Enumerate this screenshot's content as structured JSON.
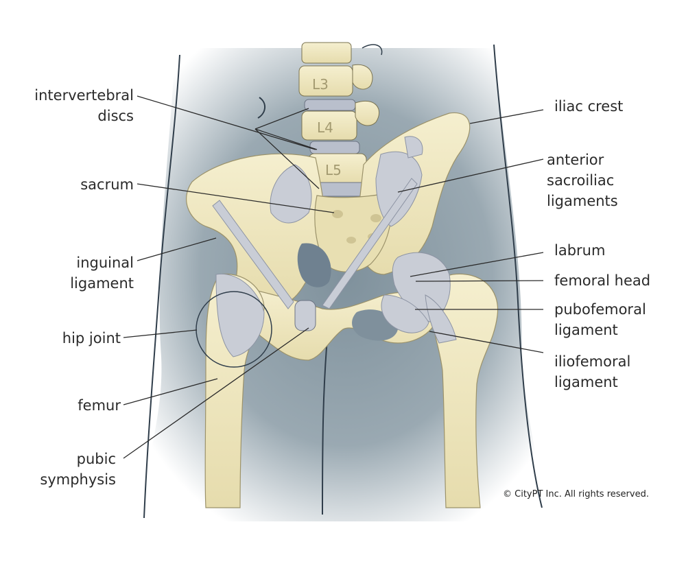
{
  "labels": {
    "intervertebral_discs": [
      "intervertebral",
      "discs"
    ],
    "sacrum": [
      "sacrum"
    ],
    "inguinal_ligament": [
      "inguinal",
      "ligament"
    ],
    "hip_joint": [
      "hip joint"
    ],
    "femur": [
      "femur"
    ],
    "pubic_symphysis": [
      "pubic",
      "symphysis"
    ],
    "iliac_crest": [
      "iliac crest"
    ],
    "anterior_sacroiliac_ligaments": [
      "anterior",
      "sacroiliac",
      "ligaments"
    ],
    "labrum": [
      "labrum"
    ],
    "femoral_head": [
      "femoral head"
    ],
    "pubofemoral_ligament": [
      "pubofemoral",
      "ligament"
    ],
    "iliofemoral_ligament": [
      "iliofemoral",
      "ligament"
    ]
  },
  "vertebrae": [
    "L3",
    "L4",
    "L5"
  ],
  "copyright": "© CityPT Inc. All rights reserved.",
  "colors": {
    "bone": "#f1ebc6",
    "bone_shadow": "#d9d1a2",
    "ligament": "#c9cdd6",
    "ligament_dark": "#8c93a3",
    "disc": "#b9bfcc",
    "body_bg": "#8fa0aa",
    "outline": "#2f3d4a",
    "leader": "#2a2a2a"
  }
}
